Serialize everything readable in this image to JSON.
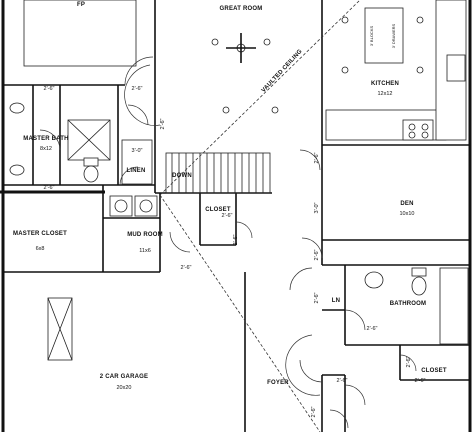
{
  "rooms": {
    "great_room": {
      "name": "GREAT ROOM"
    },
    "kitchen": {
      "name": "KITCHEN",
      "dim": "12x12"
    },
    "master_bath": {
      "name": "MASTER BATH",
      "dim": "8x12"
    },
    "linen": {
      "name": "LINEN"
    },
    "master_closet": {
      "name": "MASTER CLOSET",
      "dim": "6x8"
    },
    "mud_room": {
      "name": "MUD ROOM",
      "dim": "11x6"
    },
    "closet_hall": {
      "name": "CLOSET"
    },
    "den": {
      "name": "DEN",
      "dim": "10x10"
    },
    "ln": {
      "name": "LN"
    },
    "bathroom": {
      "name": "BATHROOM"
    },
    "closet_right": {
      "name": "CLOSET"
    },
    "garage": {
      "name": "2 CAR GARAGE",
      "dim": "20x20"
    },
    "foyer": {
      "name": "FOYER"
    }
  },
  "annotations": {
    "vaulted": "VAULTED CEILING",
    "down": "DOWN",
    "fp": "FP",
    "island_left": "3' BLOCKS",
    "island_right": "3' DRAWERS"
  },
  "door_widths": {
    "d1": "2'-6\"",
    "d2": "2'-6\"",
    "d3": "2'-6\"",
    "d4": "3'-0\"",
    "d5": "2'-6\"",
    "d6": "2'-6\"",
    "d7": "2'-6\"",
    "d8": "2'-6\"",
    "d9": "2'-6\"",
    "d10": "3'-0\"",
    "d11": "2'-6\"",
    "d12": "2'-6\"",
    "d13": "2'-6\"",
    "d14": "2'-6\"",
    "d15": "2'-6\"",
    "d16": "2'-6\"",
    "d17": "2'-6\""
  }
}
